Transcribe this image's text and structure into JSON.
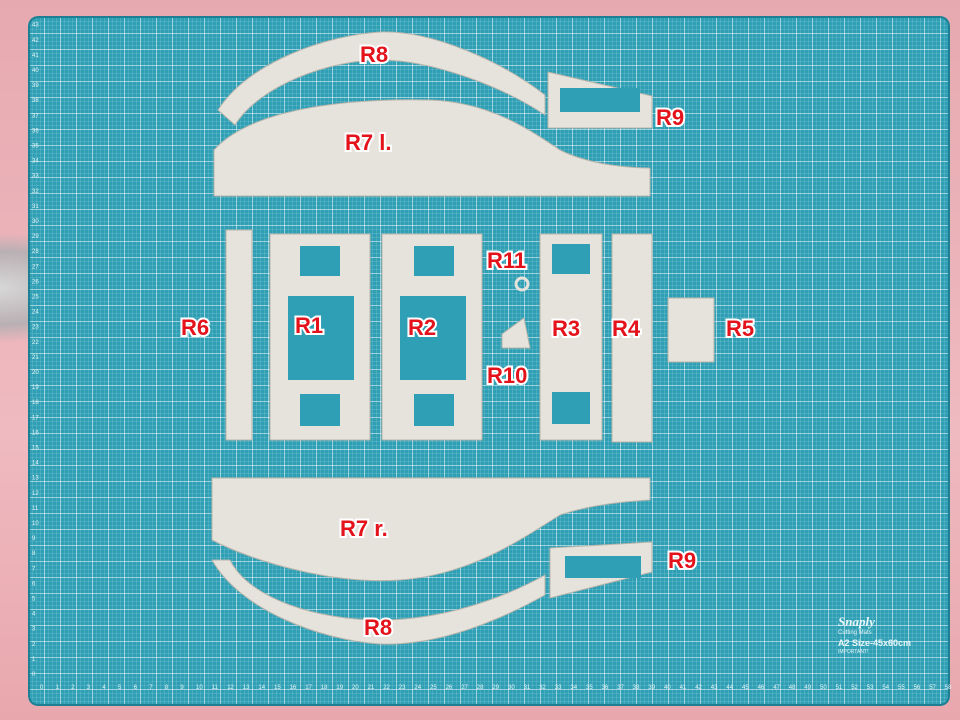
{
  "scene": {
    "description_colors": {
      "mat": "#2e9fb4",
      "parts": "#e6e3dc",
      "label_fill": "#e3121b",
      "label_outline": "#ffffff",
      "background_cloth": "#eaaeb4"
    }
  },
  "labels": {
    "r8_top": "R8",
    "r9_top": "R9",
    "r7_left": "R7 l.",
    "r11": "R11",
    "r6": "R6",
    "r1": "R1",
    "r2": "R2",
    "r3": "R3",
    "r4": "R4",
    "r5": "R5",
    "r10": "R10",
    "r7_right": "R7 r.",
    "r9_bottom": "R9",
    "r8_bottom": "R8"
  },
  "mat_branding": {
    "brand": "Snaply",
    "line2": "Cutting Mats",
    "size": "A2 Size-45x60cm",
    "important": "IMPORTANT!"
  }
}
